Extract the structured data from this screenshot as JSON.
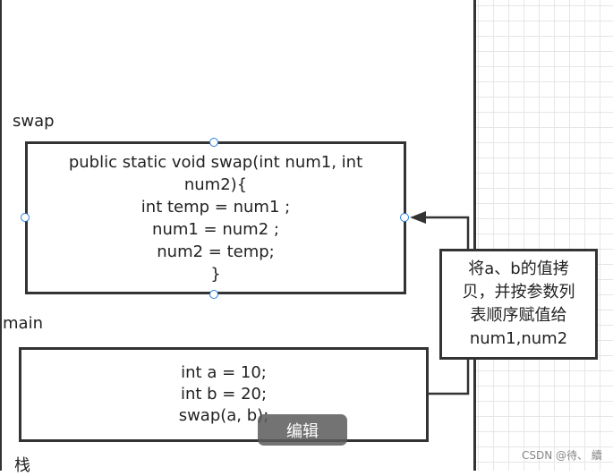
{
  "labels": {
    "swap": "swap",
    "main": "main",
    "stack": "栈"
  },
  "swap_box": {
    "lines": [
      "public static void swap(int num1, int",
      "num2){",
      "int temp = num1 ;",
      "num1 = num2 ;",
      "num2 = temp;",
      "}"
    ]
  },
  "main_box": {
    "lines": [
      "int a = 10;",
      "int b = 20;",
      "swap(a, b);"
    ]
  },
  "note": {
    "lines": [
      "将a、b的值拷",
      "贝，并按参数列",
      "表顺序赋值给",
      "num1,num2"
    ]
  },
  "edit_button": "编辑",
  "watermark": "CSDN @待、 續",
  "colors": {
    "border": "#333333",
    "handle": "#2a7de1",
    "grid": "#e6e6e6"
  }
}
